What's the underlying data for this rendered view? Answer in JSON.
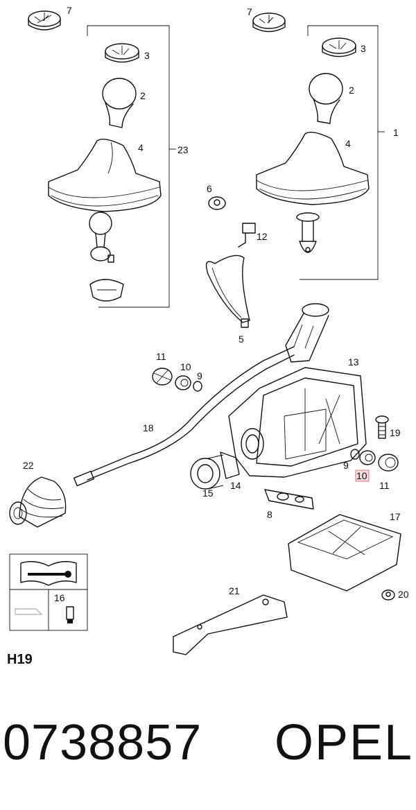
{
  "diagram": {
    "section_code": "H19",
    "part_number": "0738857",
    "brand": "OPEL",
    "highlighted_callout": "10",
    "callouts": {
      "c1": "1",
      "c2a": "2",
      "c2b": "2",
      "c3a": "3",
      "c3b": "3",
      "c4a": "4",
      "c4b": "4",
      "c5": "5",
      "c6": "6",
      "c7a": "7",
      "c7b": "7",
      "c8": "8",
      "c9a": "9",
      "c9b": "9",
      "c10a": "10",
      "c10b": "10",
      "c11a": "11",
      "c11b": "11",
      "c12": "12",
      "c13": "13",
      "c14": "14",
      "c15": "15",
      "c16": "16",
      "c17": "17",
      "c18": "18",
      "c19": "19",
      "c20": "20",
      "c21": "21",
      "c22": "22",
      "c23": "23"
    }
  }
}
